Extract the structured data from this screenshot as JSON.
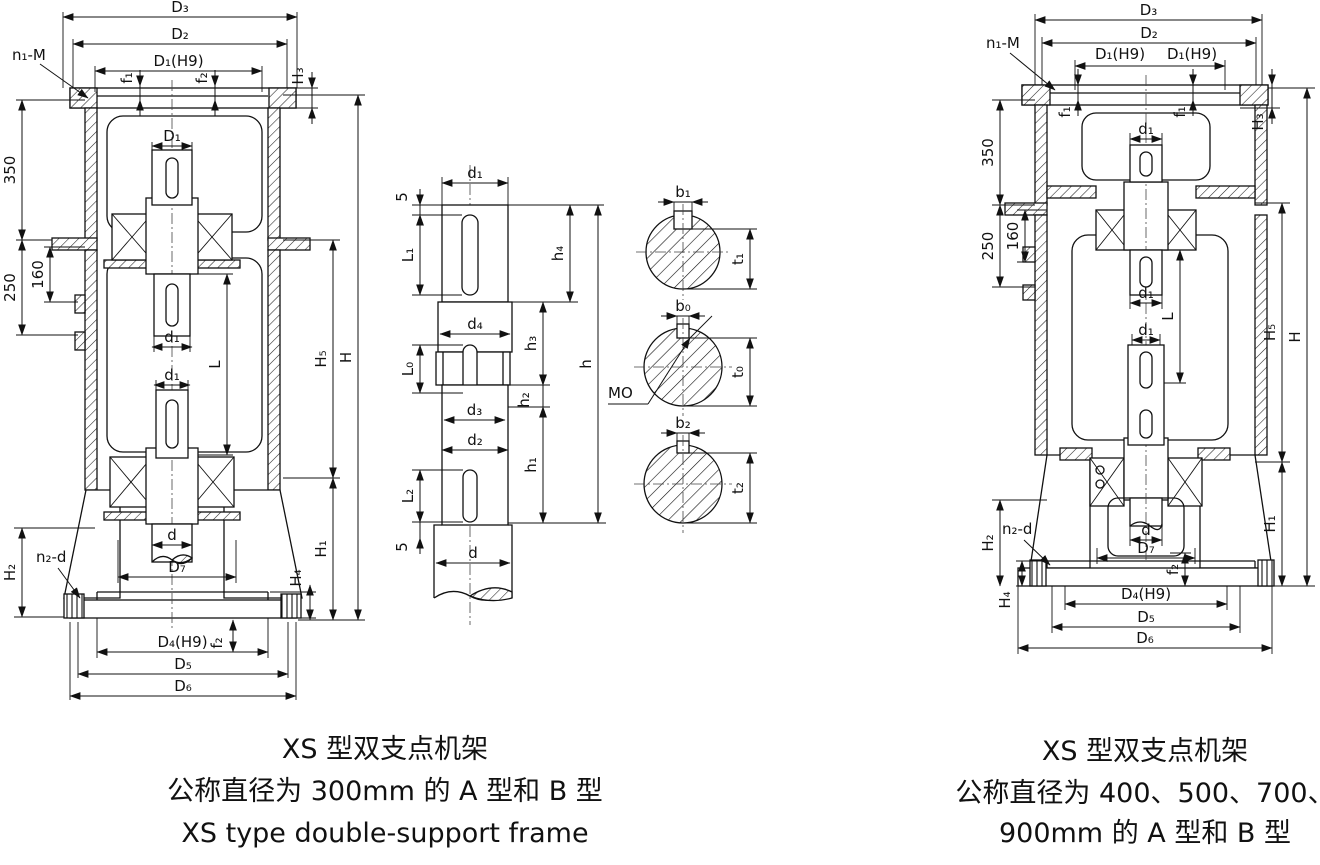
{
  "colors": {
    "line": "#111111",
    "background": "#ffffff"
  },
  "labels": {
    "D3": "D₃",
    "D2": "D₂",
    "D1H9": "D₁(H9)",
    "n1M": "n₁-M",
    "f1": "f₁",
    "f2": "f₂",
    "H3": "H₃",
    "n350": "350",
    "n250": "250",
    "n160": "160",
    "D1": "D₁",
    "d1": "d₁",
    "L": "L",
    "H5": "H₅",
    "H": "H",
    "H1": "H₁",
    "H2": "H₂",
    "H4": "H₄",
    "n2d": "n₂-d",
    "d": "d",
    "D7": "D₇",
    "D4H9": "D₄(H9)",
    "D5": "D₅",
    "D6": "D₆",
    "n5": "5",
    "L1": "L₁",
    "L0": "L₀",
    "L2": "L₂",
    "h4": "h₄",
    "h3": "h₃",
    "h2": "h₂",
    "h1": "h₁",
    "h": "h",
    "d4": "d₄",
    "d3": "d₃",
    "d2": "d₂",
    "MO": "MO",
    "b1": "b₁",
    "t1": "t₁",
    "b0": "b₀",
    "t0": "t₀",
    "b2": "b₂",
    "t2": "t₂"
  },
  "captions": {
    "left": {
      "line1": "XS 型双支点机架",
      "line2": "公称直径为 300mm 的 A 型和 B 型",
      "line3": "XS type double-support frame"
    },
    "right": {
      "line1": "XS 型双支点机架",
      "line2": "公称直径为 400、500、700、",
      "line3": "900mm 的 A 型和 B 型"
    }
  }
}
